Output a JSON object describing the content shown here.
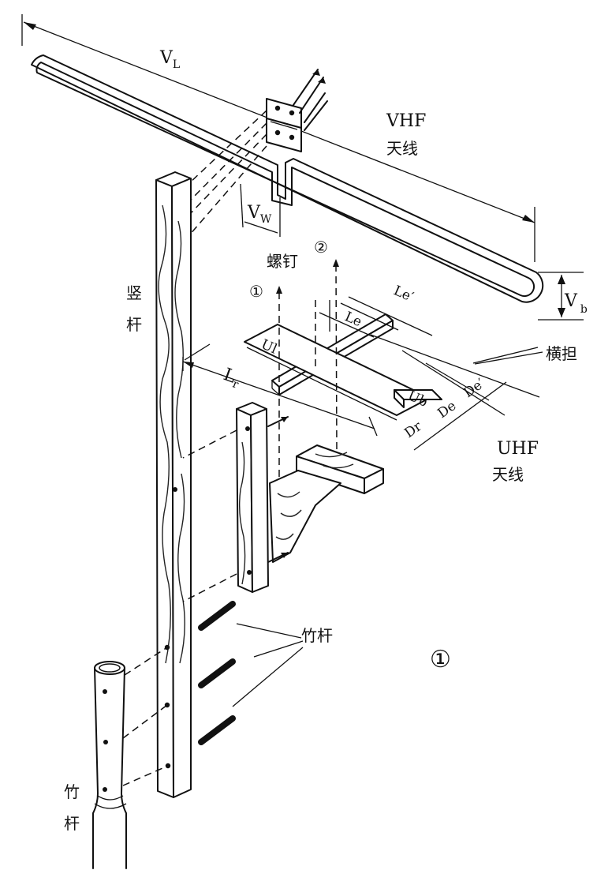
{
  "labels": {
    "vhf_line1": "VHF",
    "vhf_line2": "天线",
    "uhf_line1": "UHF",
    "uhf_line2": "天线",
    "vl_main": "V",
    "vl_sub": "L",
    "vw_main": "V",
    "vw_sub": "W",
    "vb_main": "V",
    "vb_sub": "b",
    "le_prime": "Le′",
    "le": "Le",
    "ul": "Ul",
    "ub": "Ub",
    "lr_main": "L",
    "lr_sub": "r",
    "dr": "Dr",
    "de": "De",
    "de_prime": "De′",
    "screw": "螺钉",
    "marker_1": "①",
    "marker_2": "②",
    "vertical_pole_1": "竖",
    "vertical_pole_2": "杆",
    "crossarm": "横担",
    "bamboo_pole_mid": "竹杆",
    "bamboo_pole_left_1": "竹",
    "bamboo_pole_left_2": "杆",
    "figure_number": "①"
  }
}
